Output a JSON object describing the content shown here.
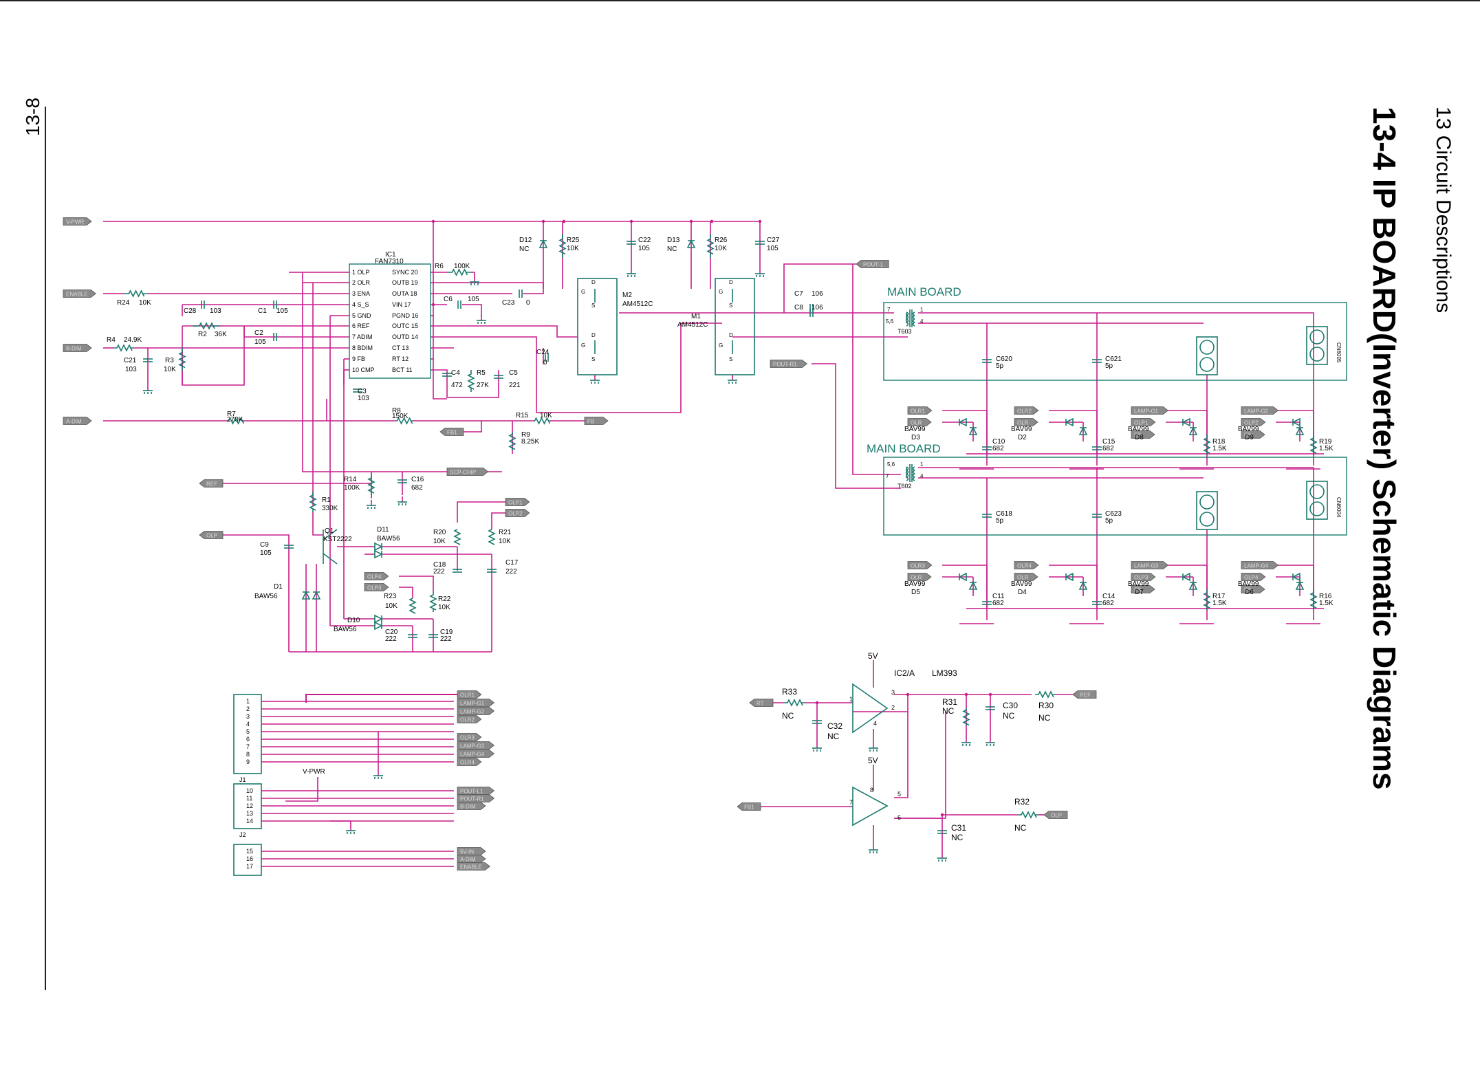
{
  "header": {
    "section": "13 Circuit Descriptions",
    "title": "13-4 IP BOARD(Inverter) Schematic Diagrams",
    "page_number": "13-8"
  },
  "colors": {
    "wire": "#c81c8c",
    "component": "#1a7a6e",
    "tag_fill": "#8a8a8a",
    "rule": "#222222"
  },
  "schematic": {
    "inputs": {
      "vpwr": "V-PWR",
      "enable": "ENABLE",
      "bdim": "B-DIM",
      "adim": "A-DIM",
      "ref": "REF",
      "olp": "OLP",
      "scp_chip": "SCP-CHIP",
      "fb": "FB",
      "fb1": "FB1",
      "pout1": "POUT-1",
      "pout2": "POUT-R1"
    },
    "ic1": {
      "name": "IC1",
      "part": "FAN7310",
      "left_pins": [
        "1 OLP",
        "2 OLR",
        "3 ENA",
        "4 S_S",
        "5 GND",
        "6 REF",
        "7 ADIM",
        "8 BDIM",
        "9 FB",
        "10 CMP"
      ],
      "right_pins": [
        "SYNC 20",
        "OUTB 19",
        "OUTA 18",
        "VIN 17",
        "PGND 16",
        "OUTC 15",
        "OUTD 14",
        "CT 13",
        "RT 12",
        "BCT 11"
      ]
    },
    "mosfets": [
      {
        "ref": "M2",
        "part": "AM4512C"
      },
      {
        "ref": "M1",
        "part": "AM4512C"
      }
    ],
    "components": {
      "r24": "R24",
      "r24_val": "10K",
      "c28": "C28",
      "c28_val": "103",
      "c1": "C1",
      "c1_val": "105",
      "r4": "R4",
      "r4_val": "24.9K",
      "r2": "R2",
      "r2_val": "36K",
      "c2": "C2",
      "c2_val": "105",
      "c21": "C21",
      "c21_val": "103",
      "r3": "R3",
      "r3_val": "10K",
      "c3": "C3",
      "c3_val": "103",
      "r6": "R6",
      "r6_val": "100K",
      "c6": "C6",
      "c6_val": "105",
      "c23": "C23",
      "c23_val": "0",
      "c24": "C24",
      "c24_val": "0",
      "c4": "C4",
      "c4_val": "472",
      "r5": "R5",
      "r5_val": "27K",
      "c5": "C5",
      "c5_val": "221",
      "d12": "D12",
      "d12_val": "NC",
      "r25": "R25",
      "r25_val": "10K",
      "c22": "C22",
      "c22_val": "105",
      "d13": "D13",
      "d13_val": "NC",
      "r26": "R26",
      "r26_val": "10K",
      "c27": "C27",
      "c27_val": "105",
      "c7": "C7",
      "c7_val": "106",
      "c8": "C8",
      "c8_val": "106",
      "r7": "R7",
      "r7_val": "270K",
      "r8": "R8",
      "r8_val": "150K",
      "r15": "R15",
      "r15_val": "10K",
      "r9": "R9",
      "r9_val": "8.25K",
      "r14": "R14",
      "r14_val": "100K",
      "c16": "C16",
      "c16_val": "682",
      "r1": "R1",
      "r1_val": "330K",
      "q1": "Q1",
      "q1_val": "KST2222",
      "c9": "C9",
      "c9_val": "105",
      "d1": "D1",
      "d1_val": "BAW56",
      "d11": "D11",
      "d11_val": "BAW56",
      "d10": "D10",
      "d10_val": "BAW56",
      "r20": "R20",
      "r20_val": "10K",
      "r21": "R21",
      "r21_val": "10K",
      "c18": "C18",
      "c18_val": "222",
      "c17": "C17",
      "c17_val": "222",
      "r23": "R23",
      "r23_val": "10K",
      "r22": "R22",
      "r22_val": "10K",
      "c20": "C20",
      "c20_val": "222",
      "c19": "C19",
      "c19_val": "222"
    },
    "olp_tags": [
      "OLP1",
      "OLP2",
      "OLP4",
      "OLP3"
    ],
    "main_board_top": {
      "title": "MAIN BOARD",
      "transformer": "T603",
      "t_pins": [
        "7",
        "5,6",
        "1",
        "4"
      ],
      "connector": "CN6005",
      "c_a": "C620",
      "c_a_val": "5p",
      "c_b": "C621",
      "c_b_val": "5p",
      "groups": [
        {
          "tags": [
            "OLR1",
            "OLR"
          ],
          "diode": "BAV99",
          "dref": "D3",
          "cap": "C10",
          "cap_val": "682"
        },
        {
          "tags": [
            "OLR2",
            "OLR"
          ],
          "diode": "BAV99",
          "dref": "D2",
          "cap": "C15",
          "cap_val": "682"
        },
        {
          "tags": [
            "LAMP-G1",
            "OLP1",
            "FB"
          ],
          "diode": "BAV99",
          "dref": "D8",
          "res": "R18",
          "res_val": "1.5K"
        },
        {
          "tags": [
            "LAMP-G2",
            "OLP2",
            "FB"
          ],
          "diode": "BAV99",
          "dref": "D9",
          "res": "R19",
          "res_val": "1.5K"
        }
      ]
    },
    "main_board_bottom": {
      "title": "MAIN BOARD",
      "transformer": "T602",
      "t_pins": [
        "5,6",
        "7",
        "1",
        "4"
      ],
      "connector": "CN6004",
      "c_a": "C618",
      "c_a_val": "5p",
      "c_b": "C623",
      "c_b_val": "5p",
      "groups": [
        {
          "tags": [
            "OLR3",
            "OLR"
          ],
          "diode": "BAV99",
          "dref": "D5",
          "cap": "C11",
          "cap_val": "682"
        },
        {
          "tags": [
            "OLR4",
            "OLR"
          ],
          "diode": "BAV99",
          "dref": "D4",
          "cap": "C14",
          "cap_val": "682"
        },
        {
          "tags": [
            "LAMP-G3",
            "OLP3",
            "FB"
          ],
          "diode": "BAV99",
          "dref": "D7",
          "res": "R17",
          "res_val": "1.5K"
        },
        {
          "tags": [
            "LAMP-G4",
            "OLP4",
            "FB"
          ],
          "diode": "BAV99",
          "dref": "D6",
          "res": "R16",
          "res_val": "1.5K"
        }
      ]
    },
    "comparator": {
      "vcc": "5V",
      "vcc2": "5V",
      "ic": "IC2/A",
      "part": "LM393",
      "pins": [
        "1",
        "2",
        "3",
        "4",
        "5",
        "6",
        "7",
        "8"
      ],
      "r33": "R33",
      "r33_val": "NC",
      "c32": "C32",
      "c32_val": "NC",
      "r31": "R31",
      "r31_val": "NC",
      "c30": "C30",
      "c30_val": "NC",
      "r30": "R30",
      "r30_val": "NC",
      "r32": "R32",
      "r32_val": "NC",
      "c31": "C31",
      "c31_val": "NC",
      "rt": "RT",
      "ref": "REF",
      "fb1": "FB1",
      "olp": "OLP"
    },
    "connectors": [
      {
        "name": "J1",
        "pins": [
          "1",
          "2",
          "3",
          "4",
          "5",
          "6",
          "7",
          "8",
          "9"
        ],
        "signals": [
          "OLR1",
          "LAMP-G1",
          "LAMP-G2",
          "OLR2",
          "OLR3",
          "LAMP-G3",
          "LAMP-G4",
          "OLR4"
        ]
      },
      {
        "name": "J2",
        "pins": [
          "10",
          "11",
          "12",
          "13",
          "14"
        ],
        "signals": [
          "POUT-L1",
          "POUT-R1",
          "B-DIM"
        ],
        "net": "V-PWR"
      },
      {
        "name": "",
        "pins": [
          "15",
          "16",
          "17"
        ],
        "signals": [
          "5V-IN",
          "A-DIM",
          "ENABLE"
        ]
      }
    ]
  }
}
